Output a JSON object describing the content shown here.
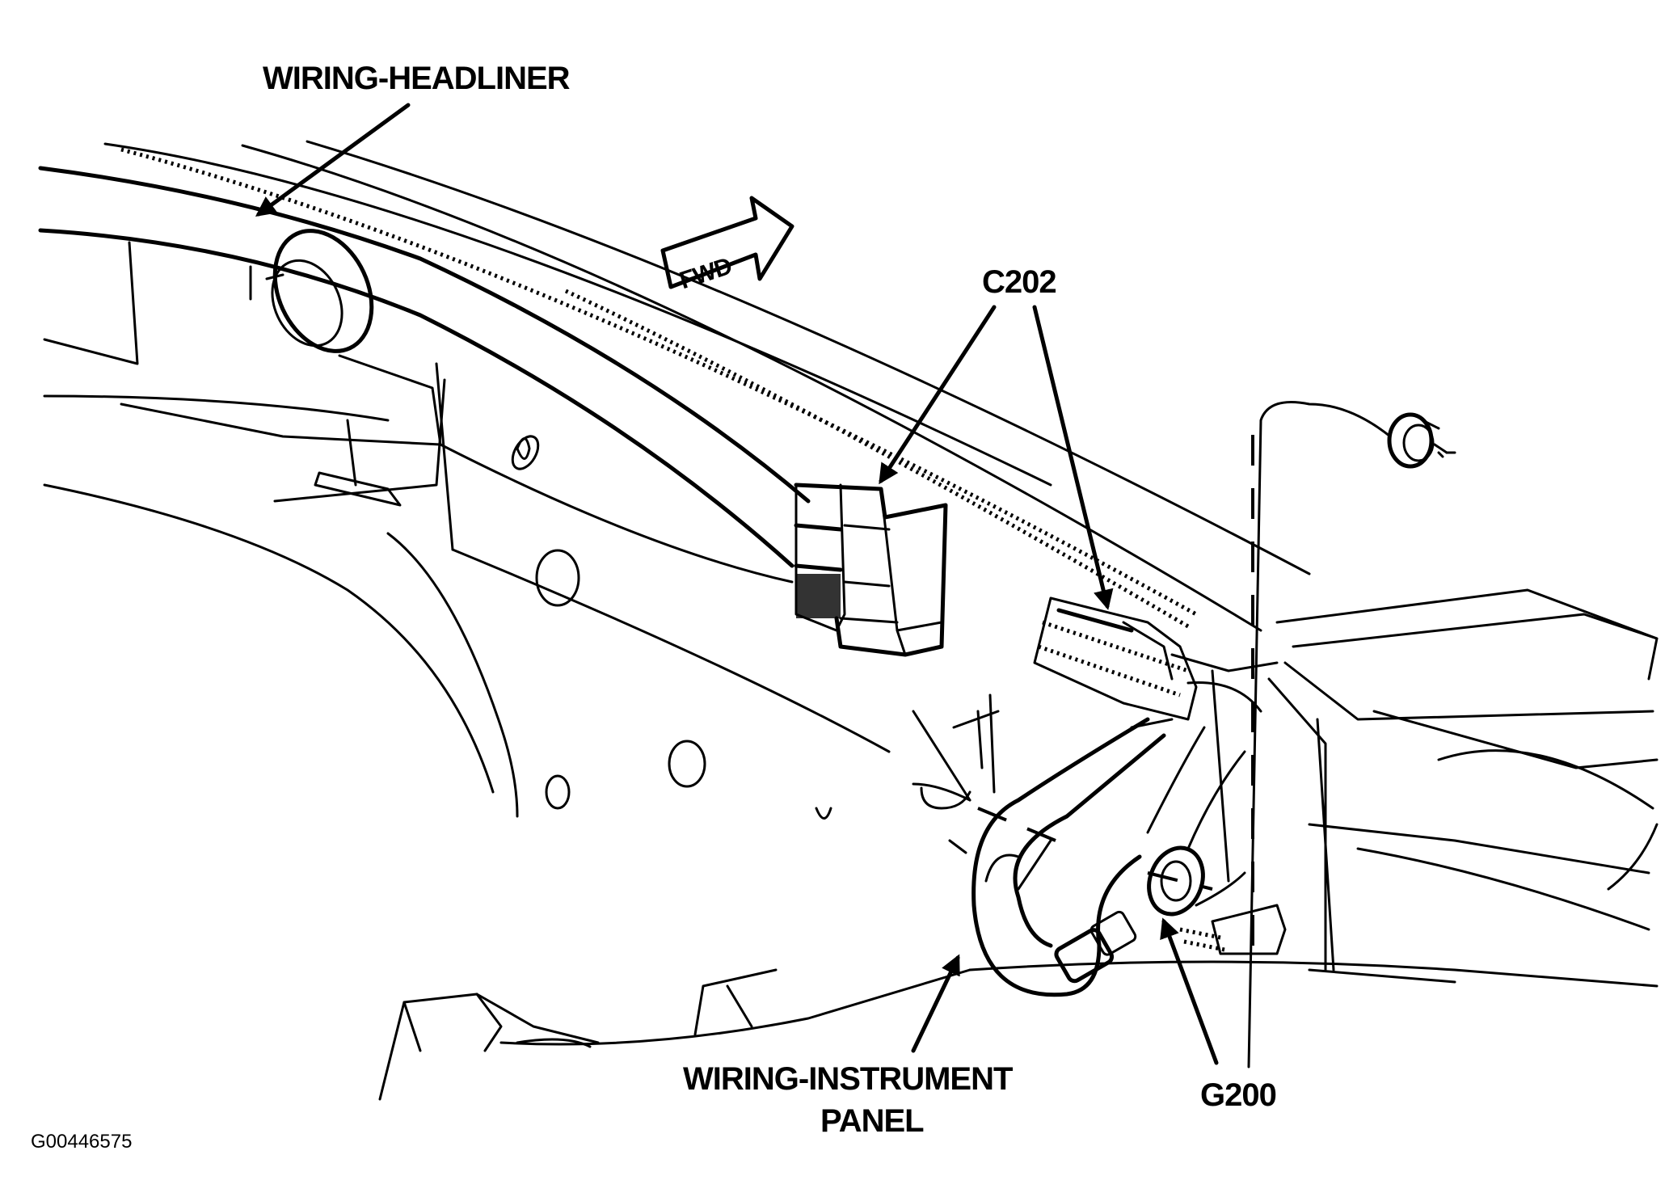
{
  "labels": {
    "headliner": "WIRING-HEADLINER",
    "fwd": "FWD",
    "c202": "C202",
    "instrument_line1": "WIRING-INSTRUMENT",
    "instrument_line2": "PANEL",
    "g200": "G200",
    "figure_id": "G00446575"
  }
}
